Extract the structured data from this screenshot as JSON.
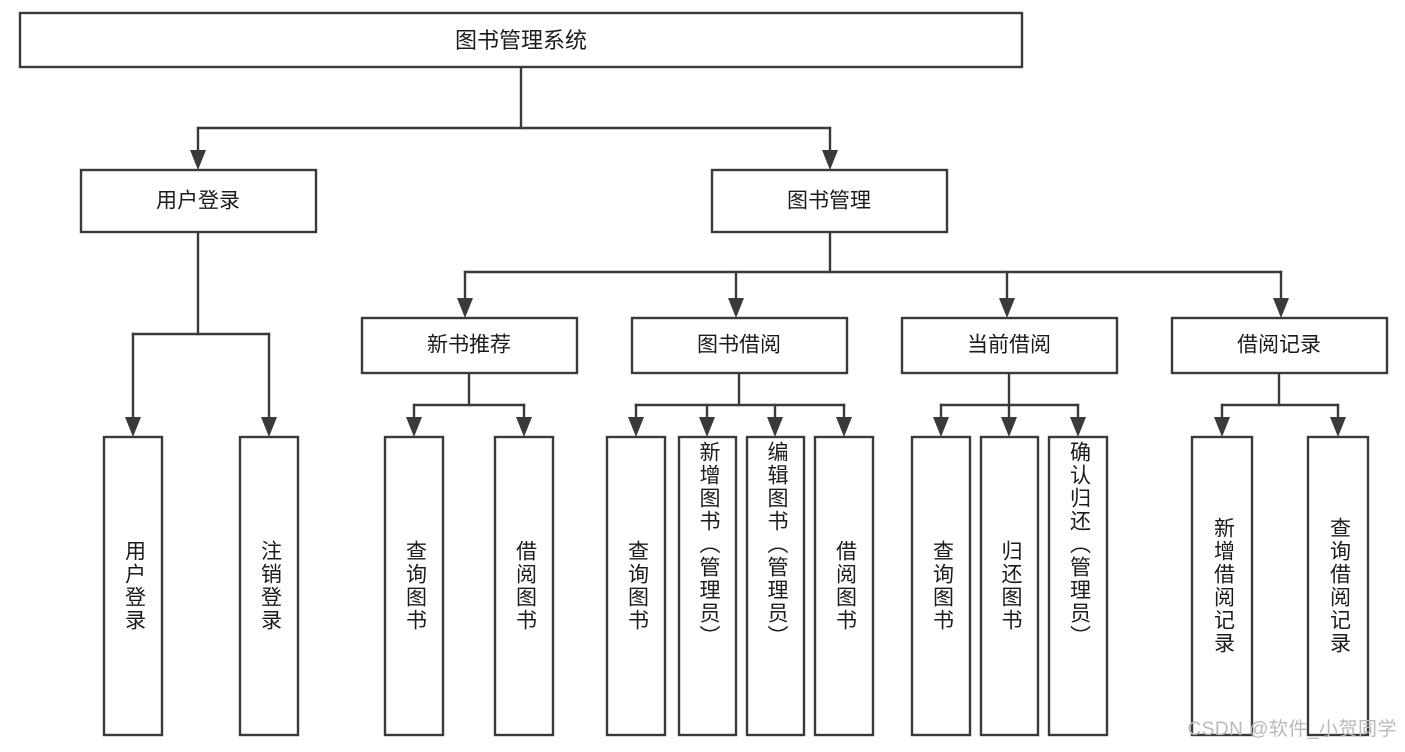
{
  "diagram": {
    "title": "图书管理系统",
    "type": "tree-hierarchy-chart",
    "root": {
      "id": "root",
      "label": "图书管理系统",
      "orientation": "horizontal"
    },
    "level2": [
      {
        "id": "user-login",
        "label": "用户登录",
        "orientation": "horizontal"
      },
      {
        "id": "book-manage",
        "label": "图书管理",
        "orientation": "horizontal"
      }
    ],
    "level3": [
      {
        "id": "new-book-rec",
        "label": "新书推荐",
        "orientation": "horizontal",
        "parent": "book-manage"
      },
      {
        "id": "book-borrow",
        "label": "图书借阅",
        "orientation": "horizontal",
        "parent": "book-manage"
      },
      {
        "id": "current-borrow",
        "label": "当前借阅",
        "orientation": "horizontal",
        "parent": "book-manage"
      },
      {
        "id": "borrow-record",
        "label": "借阅记录",
        "orientation": "horizontal",
        "parent": "book-manage"
      }
    ],
    "leaves": [
      {
        "id": "leaf-user-login",
        "label": "用户登录",
        "orientation": "vertical",
        "parent": "user-login"
      },
      {
        "id": "leaf-logout",
        "label": "注销登录",
        "orientation": "vertical",
        "parent": "user-login"
      },
      {
        "id": "leaf-query-book-1",
        "label": "查询图书",
        "orientation": "vertical",
        "parent": "new-book-rec"
      },
      {
        "id": "leaf-borrow-book-1",
        "label": "借阅图书",
        "orientation": "vertical",
        "parent": "new-book-rec"
      },
      {
        "id": "leaf-query-book-2",
        "label": "查询图书",
        "orientation": "vertical",
        "parent": "book-borrow"
      },
      {
        "id": "leaf-add-book",
        "label": "新增图书（管理员）",
        "orientation": "vertical",
        "parent": "book-borrow"
      },
      {
        "id": "leaf-edit-book",
        "label": "编辑图书（管理员）",
        "orientation": "vertical",
        "parent": "book-borrow"
      },
      {
        "id": "leaf-borrow-book-2",
        "label": "借阅图书",
        "orientation": "vertical",
        "parent": "book-borrow"
      },
      {
        "id": "leaf-query-book-3",
        "label": "查询图书",
        "orientation": "vertical",
        "parent": "current-borrow"
      },
      {
        "id": "leaf-return-book",
        "label": "归还图书",
        "orientation": "vertical",
        "parent": "current-borrow"
      },
      {
        "id": "leaf-confirm-return",
        "label": "确认归还（管理员）",
        "orientation": "vertical",
        "parent": "current-borrow"
      },
      {
        "id": "leaf-add-record",
        "label": "新增借阅记录",
        "orientation": "vertical",
        "parent": "borrow-record"
      },
      {
        "id": "leaf-query-record",
        "label": "查询借阅记录",
        "orientation": "vertical",
        "parent": "borrow-record"
      }
    ],
    "colors": {
      "stroke": "#3a3a3a",
      "fill": "#ffffff",
      "text": "#1b1b1b",
      "watermark": "#b9b9b9",
      "background": "#ffffff"
    }
  },
  "watermark": {
    "text": "CSDN @软件_小贺同学"
  }
}
